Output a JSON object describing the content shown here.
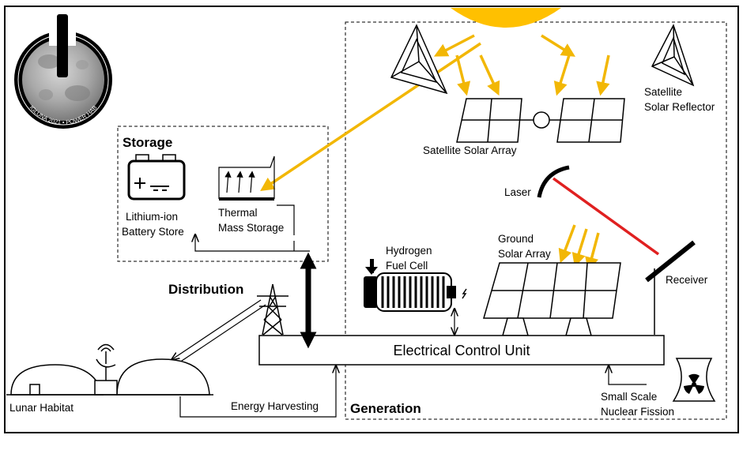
{
  "colors": {
    "sun": "#FFC000",
    "solar_beam": "#F2B705",
    "laser_beam": "#E02020",
    "outline": "#000000",
    "fission_symbol": "#000000"
  },
  "logo": {
    "caption": "IGLUNA 2021 • POWER HAB",
    "icon": "power-button-moon-icon"
  },
  "sections": {
    "storage": "Storage",
    "distribution": "Distribution",
    "generation": "Generation"
  },
  "components": {
    "battery": {
      "line1": "Lithium-ion",
      "line2": "Battery Store",
      "icon": "battery-icon"
    },
    "thermal": {
      "line1": "Thermal",
      "line2": "Mass Storage",
      "icon": "thermal-storage-icon"
    },
    "habitat": {
      "label": "Lunar Habitat",
      "icon": "habitat-dome-icon"
    },
    "energy_harvesting": "Energy Harvesting",
    "ecu": "Electrical Control Unit",
    "fuel_cell": {
      "line1": "Hydrogen",
      "line2": "Fuel Cell",
      "icon": "fuel-cell-icon"
    },
    "ground_array": {
      "line1": "Ground",
      "line2": "Solar Array",
      "icon": "solar-panel-icon"
    },
    "satellite_array": {
      "label": "Satellite Solar Array",
      "icon": "satellite-icon"
    },
    "satellite_reflector": {
      "line1": "Satellite",
      "line2": "Solar Reflector",
      "icon": "reflector-icon"
    },
    "laser": {
      "label": "Laser",
      "icon": "laser-emitter-icon"
    },
    "receiver": {
      "label": "Receiver",
      "icon": "receiver-panel-icon"
    },
    "fission": {
      "line1": "Small Scale",
      "line2": "Nuclear Fission",
      "icon": "radiation-icon"
    },
    "tower": {
      "icon": "power-tower-icon"
    },
    "sun": {
      "icon": "sun-icon"
    }
  }
}
